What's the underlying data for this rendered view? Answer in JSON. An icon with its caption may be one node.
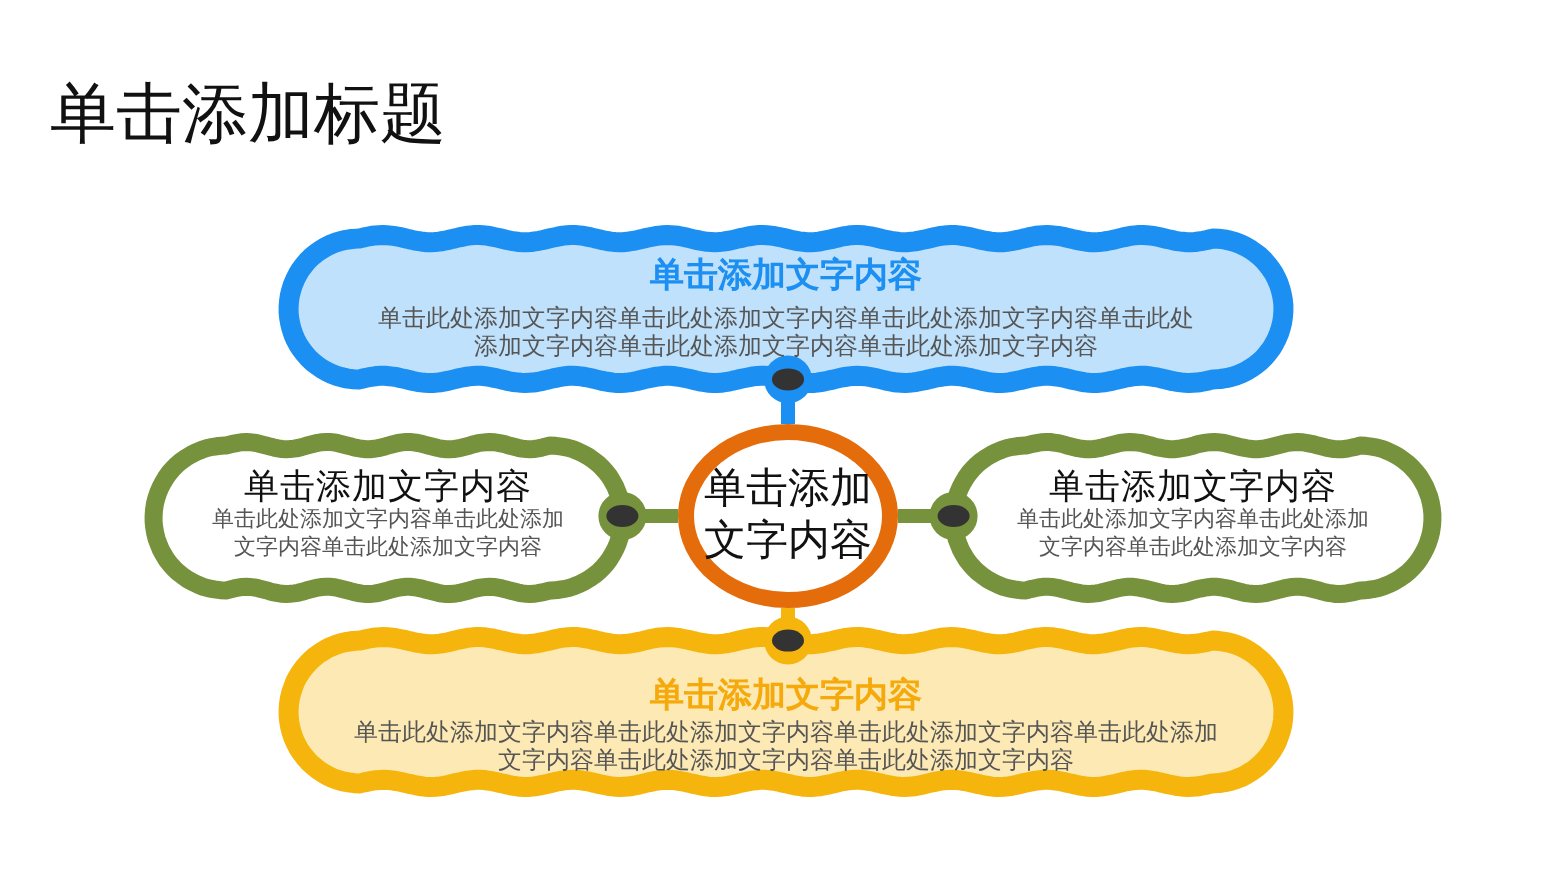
{
  "diagram": {
    "title": "单击添加标题",
    "nodes": [
      {
        "text": [
          "单击添加文字内容",
          "单击此处添加文字内容单击此处添加文字内容单击此处添加文字内容单击此处添加文字内容单击此处添加文字内容单击此处添加文字内容"
        ]
      },
      {
        "text": [
          "单击添加文字内容",
          "单击此处添加文字内容单击此处添加文字内容单击此处添加文字内容"
        ]
      },
      {
        "text": [
          "单击添加文字内容"
        ]
      },
      {
        "text": [
          "单击添加文字内容",
          "单击此处添加文字内容单击此处添加文字内容单击此处添加文字内容"
        ]
      },
      {
        "text": [
          "单击添加文字内容",
          "单击此处添加文字内容单击此处添加文字内容单击此处添加文字内容单击此处添加文字内容单击此处添加文字内容单击此处添加文字内容"
        ]
      }
    ],
    "edges": [
      {
        "from": 2,
        "to": 0,
        "arrow": "other",
        "color": "#1c8ff2"
      },
      {
        "from": 2,
        "to": 1,
        "arrow": "other",
        "color": "#76923c"
      },
      {
        "from": 2,
        "to": 3,
        "arrow": "other",
        "color": "#76923c"
      },
      {
        "from": 2,
        "to": 4,
        "arrow": "other",
        "color": "#f5b50c"
      }
    ]
  }
}
